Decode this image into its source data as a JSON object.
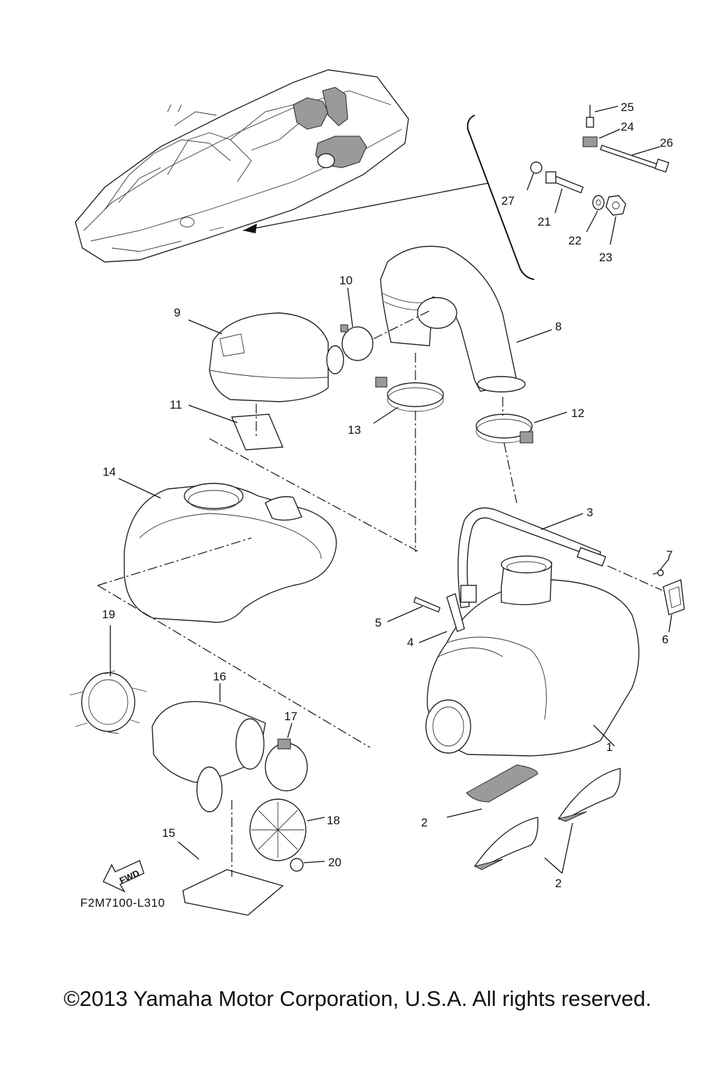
{
  "diagram": {
    "code": "F2M7100-L310",
    "fwd_label": "FWD",
    "callouts": {
      "c1": "1",
      "c2a": "2",
      "c2b": "2",
      "c3": "3",
      "c4": "4",
      "c5": "5",
      "c6": "6",
      "c7": "7",
      "c8": "8",
      "c9": "9",
      "c10": "10",
      "c11": "11",
      "c12": "12",
      "c13": "13",
      "c14": "14",
      "c15": "15",
      "c16": "16",
      "c17": "17",
      "c18": "18",
      "c19": "19",
      "c20": "20",
      "c21": "21",
      "c22": "22",
      "c23": "23",
      "c24": "24",
      "c25": "25",
      "c26": "26",
      "c27": "27"
    }
  },
  "footer": {
    "copyright": "©2013 Yamaha Motor Corporation, U.S.A. All rights reserved."
  }
}
